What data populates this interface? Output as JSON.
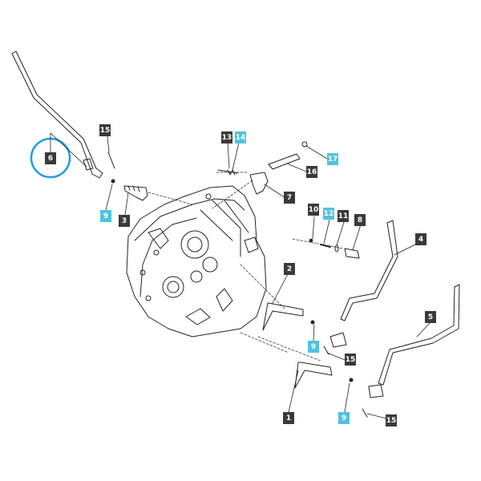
{
  "diagram": {
    "highlight_color": "#1aa0e0",
    "label_dark_color": "#3a3a3a",
    "label_cyan_color": "#4ec3e0",
    "callouts": [
      {
        "id": "lbl-6",
        "text": "6",
        "style": "dark"
      },
      {
        "id": "lbl-15a",
        "text": "15",
        "style": "dark"
      },
      {
        "id": "lbl-9a",
        "text": "9",
        "style": "cyan"
      },
      {
        "id": "lbl-3",
        "text": "3",
        "style": "dark"
      },
      {
        "id": "lbl-13",
        "text": "13",
        "style": "dark"
      },
      {
        "id": "lbl-14",
        "text": "14",
        "style": "cyan"
      },
      {
        "id": "lbl-17",
        "text": "17",
        "style": "cyan"
      },
      {
        "id": "lbl-16",
        "text": "16",
        "style": "dark"
      },
      {
        "id": "lbl-7",
        "text": "7",
        "style": "dark"
      },
      {
        "id": "lbl-10",
        "text": "10",
        "style": "dark"
      },
      {
        "id": "lbl-12",
        "text": "12",
        "style": "cyan"
      },
      {
        "id": "lbl-11",
        "text": "11",
        "style": "dark"
      },
      {
        "id": "lbl-8",
        "text": "8",
        "style": "dark"
      },
      {
        "id": "lbl-4",
        "text": "4",
        "style": "dark"
      },
      {
        "id": "lbl-2",
        "text": "2",
        "style": "dark"
      },
      {
        "id": "lbl-9b",
        "text": "9",
        "style": "cyan"
      },
      {
        "id": "lbl-15b",
        "text": "15",
        "style": "dark"
      },
      {
        "id": "lbl-5",
        "text": "5",
        "style": "dark"
      },
      {
        "id": "lbl-1",
        "text": "1",
        "style": "dark"
      },
      {
        "id": "lbl-9c",
        "text": "9",
        "style": "cyan"
      },
      {
        "id": "lbl-15c",
        "text": "15",
        "style": "dark"
      }
    ]
  }
}
